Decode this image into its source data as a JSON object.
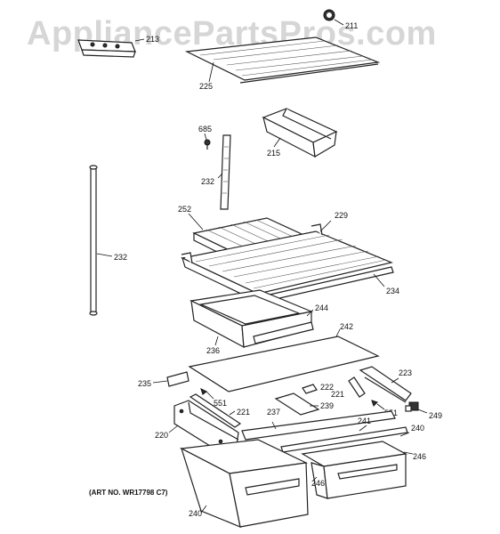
{
  "watermark": "AppliancePartsPros.com",
  "art_number": "(ART NO. WR17798 C7)",
  "callouts": {
    "c213": "213",
    "c211": "211",
    "c225": "225",
    "c685": "685",
    "c215": "215",
    "c232a": "232",
    "c232b": "232",
    "c252": "252",
    "c229": "229",
    "c234": "234",
    "c244": "244",
    "c236": "236",
    "c242": "242",
    "c235": "235",
    "c223": "223",
    "c551a": "551",
    "c222": "222",
    "c221a": "221",
    "c221b": "221",
    "c239": "239",
    "c551b": "551",
    "c249": "249",
    "c220": "220",
    "c237": "237",
    "c241": "241",
    "c240a": "240",
    "c246a": "246",
    "c246b": "246",
    "c240b": "240"
  }
}
